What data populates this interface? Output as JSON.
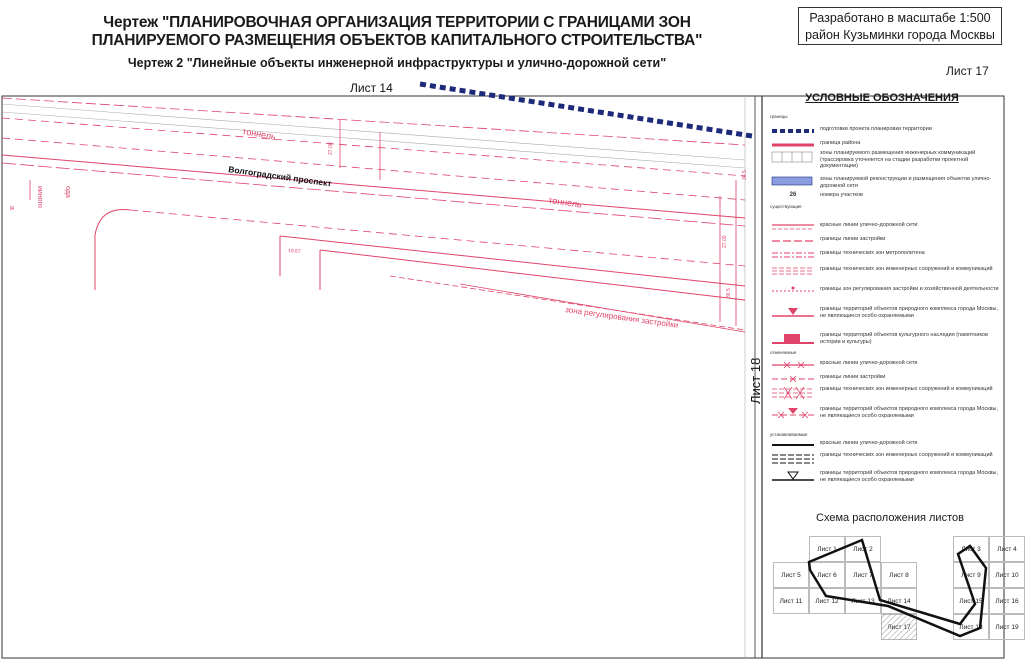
{
  "header": {
    "title_line1": "Чертеж \"ПЛАНИРОВОЧНАЯ ОРГАНИЗАЦИЯ ТЕРРИТОРИИ С ГРАНИЦАМИ ЗОН",
    "title_line2": "ПЛАНИРУЕМОГО РАЗМЕЩЕНИЯ ОБЪЕКТОВ КАПИТАЛЬНОГО СТРОИТЕЛЬСТВА\"",
    "subtitle": "Чертеж 2 \"Линейные объекты инженерной инфраструктуры и улично-дорожной сети\"",
    "scale_line1": "Разработано в масштабе 1:500",
    "scale_line2": "район Кузьминки города Москвы",
    "sheet": "Лист 17"
  },
  "map": {
    "sheet_top": "Лист 14",
    "sheet_right": "Лист 18",
    "street": "Волгоградский проспект",
    "tunnel1": "тоннель",
    "tunnel2": "тоннель",
    "zone": "зона регулирования застройки",
    "dim1": "27.00",
    "dim2": "19.67",
    "dim3": "27.00",
    "dim4": "36.5",
    "dim5": "36.5",
    "left_txt1": "ииного",
    "left_txt2": "ода",
    "left_txt3": "а",
    "colors": {
      "red": "#e0446a",
      "navy": "#1d2a7a",
      "black": "#111111"
    }
  },
  "legend": {
    "title": "УСЛОВНЫЕ ОБОЗНАЧЕНИЯ",
    "cap_bounds": "границы",
    "cap_existing": "существующие",
    "cap_cancel": "отменяемые",
    "cap_set": "устанавливаемые",
    "items": [
      "подготовки проекта планировки территории",
      "граница района",
      "зоны планируемого размещения инженерных коммуникаций (трассировка уточняется на стадии разработки проектной документации)",
      "зоны планируемой реконструкции и размещения объектов улично-дорожной сети",
      "номера участков",
      "красные линии улично-дорожной сети",
      "границы линии застройки",
      "границы технических зон метрополитена",
      "границы технических зон инженерных сооружений и коммуникаций",
      "границы зон регулирования застройки и хозяйственной деятельности",
      "границы территорий объектов природного комплекса города Москвы, не являющиеся особо охраняемыми",
      "границы территорий объектов культурного наследия (памятников истории и культуры)",
      "красные линии улично-дорожной сети",
      "границы линии застройки",
      "границы технических зон инженерных сооружений и коммуникаций",
      "границы территорий объектов природного комплекса города Москвы, не являющиеся особо охраняемыми",
      "красные линии улично-дорожной сети",
      "границы технических зон инженерных сооружений и коммуникаций",
      "границы территорий объектов природного комплекса города Москвы, не являющиеся особо охраняемыми"
    ],
    "plot_number": "26"
  },
  "schema": {
    "title": "Схема расположения листов",
    "row1": [
      "",
      "Лист 1",
      "Лист 2",
      "",
      "",
      "Лист 3",
      "Лист 4"
    ],
    "row2": [
      "Лист 5",
      "Лист 6",
      "Лист 7",
      "Лист 8",
      "",
      "Лист 9",
      "Лист 10"
    ],
    "row3": [
      "Лист 11",
      "Лист 12",
      "Лист 13",
      "Лист 14",
      "",
      "Лист 15",
      "Лист 16"
    ],
    "row4": [
      "",
      "",
      "",
      "Лист 17",
      "",
      "Лист 18",
      "Лист 19"
    ]
  }
}
